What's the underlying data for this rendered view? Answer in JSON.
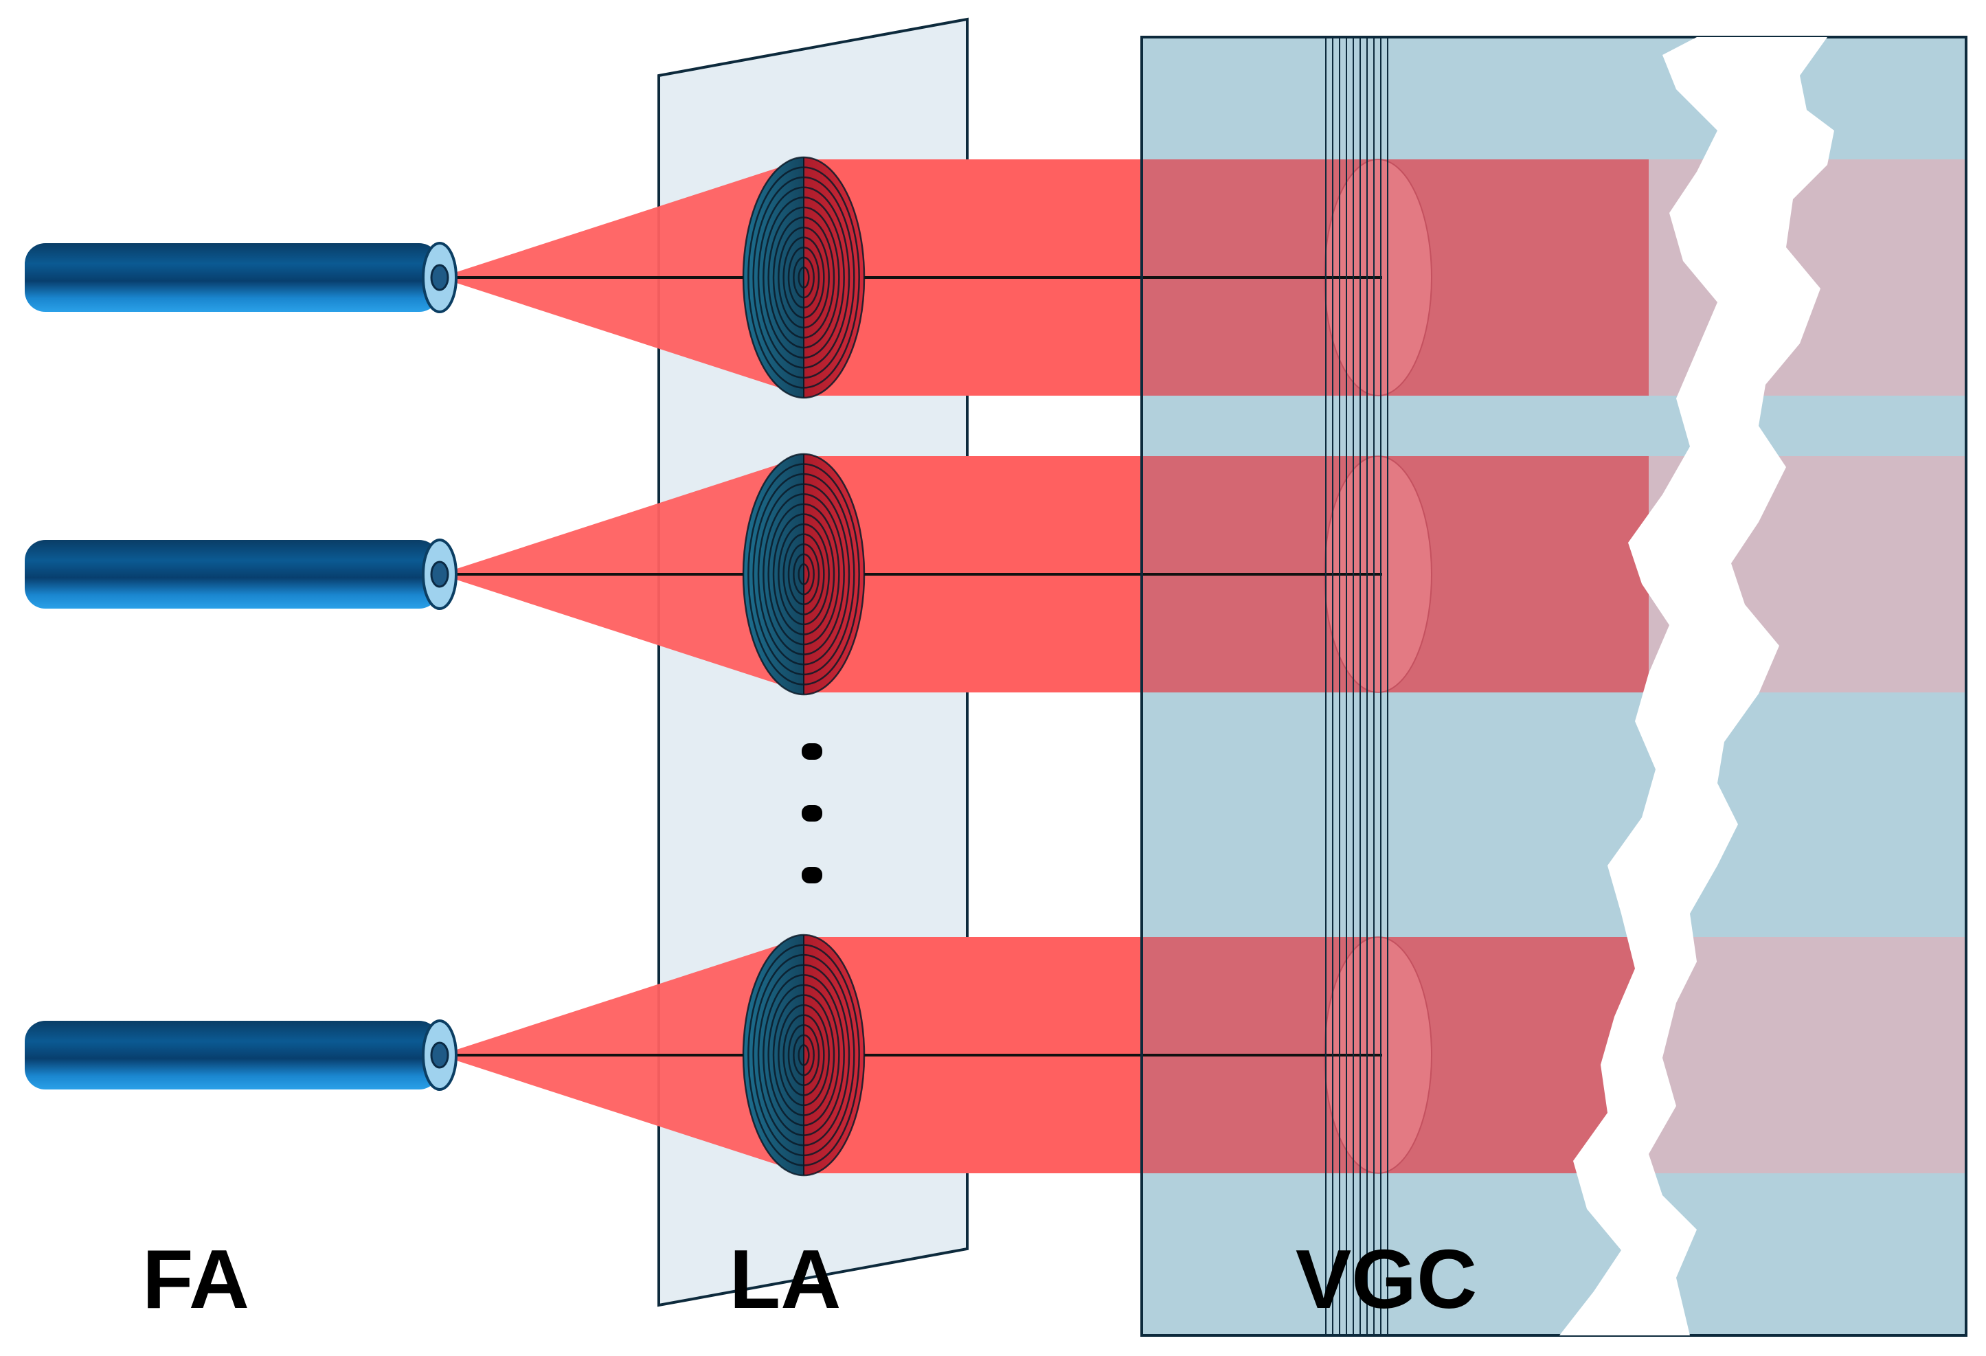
{
  "labels": {
    "fiber_array": "FA",
    "lens_array": "LA",
    "vgc": "VGC"
  },
  "channels_shown": 3,
  "vgc_layer_count": 10,
  "lens_ring_count": 12,
  "colors": {
    "fiber_dark": "#0b4f7e",
    "fiber_mid": "#1a74b8",
    "fiber_light": "#3aa6e6",
    "fiber_tip": "#9fd2ee",
    "beam": "#ff6060",
    "lens_plate": "#e4edf3",
    "vgc_block": "#b2d0dc",
    "beam_in_vgc": "#d46772",
    "beam_past_break": "#d2bac4",
    "outline": "#0d2a3c",
    "break_gap": "#ffffff"
  }
}
